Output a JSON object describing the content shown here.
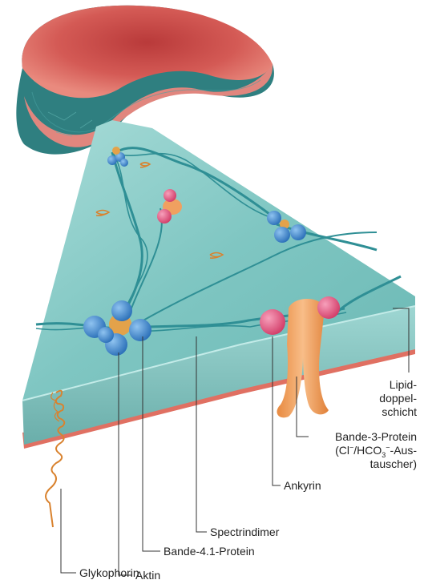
{
  "labels": {
    "lipid": [
      "Lipid-",
      "doppel-",
      "schicht"
    ],
    "bande3_line1": "Bande-3-Protein",
    "bande3_line2": {
      "open": "(Cl",
      "minus1": "−",
      "slash": "/HCO",
      "sub": "3",
      "minus2": "−",
      "close": "-Aus-"
    },
    "bande3_line3": "tauscher)",
    "ankyrin": "Ankyrin",
    "spectrin": "Spectrindimer",
    "bande41": "Bande-4.1-Protein",
    "aktin": "Aktin",
    "glykophorin": "Glykophorin"
  },
  "colors": {
    "erythrocyte_outer": "#d9605a",
    "erythrocyte_inner": "#2f8a8a",
    "membrane_top": "#8ecfcc",
    "membrane_side": "#6db9b6",
    "red_layer": "#e07062",
    "spectrin": "#2f8f95",
    "aktin_blue": "#3b86d0",
    "bande41_yellow": "#e3a24a",
    "ankyrin_pink": "#e0567c",
    "bande3_orange": "#f0a060",
    "leader_line": "#333333"
  }
}
